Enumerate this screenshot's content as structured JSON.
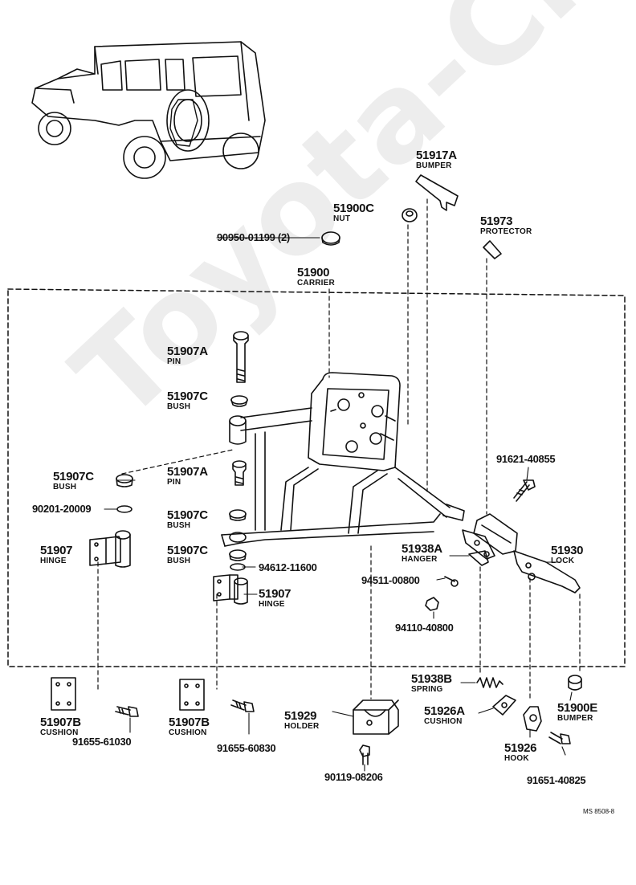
{
  "parts": {
    "p51917A": {
      "number": "51917A",
      "name": "BUMPER"
    },
    "p51900C": {
      "number": "51900C",
      "name": "NUT"
    },
    "p51973": {
      "number": "51973",
      "name": "PROTECTOR"
    },
    "p90950": {
      "number": "90950-01199 (2)"
    },
    "p51900": {
      "number": "51900",
      "name": "CARRIER"
    },
    "p51907A_top": {
      "number": "51907A",
      "name": "PIN"
    },
    "p51907C_top": {
      "number": "51907C",
      "name": "BUSH"
    },
    "p51907C_left": {
      "number": "51907C",
      "name": "BUSH"
    },
    "p51907A_mid": {
      "number": "51907A",
      "name": "PIN"
    },
    "p90201": {
      "number": "90201-20009"
    },
    "p51907C_mid": {
      "number": "51907C",
      "name": "BUSH"
    },
    "p51907_left": {
      "number": "51907",
      "name": "HINGE"
    },
    "p51907C_low": {
      "number": "51907C",
      "name": "BUSH"
    },
    "p94612": {
      "number": "94612-11600"
    },
    "p51907_right": {
      "number": "51907",
      "name": "HINGE"
    },
    "p91621": {
      "number": "91621-40855"
    },
    "p51938A": {
      "number": "51938A",
      "name": "HANGER"
    },
    "p51930": {
      "number": "51930",
      "name": "LOCK"
    },
    "p94511": {
      "number": "94511-00800"
    },
    "p94110": {
      "number": "94110-40800"
    },
    "p51938B": {
      "number": "51938B",
      "name": "SPRING"
    },
    "p51907B_left": {
      "number": "51907B",
      "name": "CUSHION"
    },
    "p91655_61030": {
      "number": "91655-61030"
    },
    "p51907B_right": {
      "number": "51907B",
      "name": "CUSHION"
    },
    "p91655_60830": {
      "number": "91655-60830"
    },
    "p51929": {
      "number": "51929",
      "name": "HOLDER"
    },
    "p90119": {
      "number": "90119-08206"
    },
    "p51926A": {
      "number": "51926A",
      "name": "CUSHION"
    },
    "p51926": {
      "number": "51926",
      "name": "HOOK"
    },
    "p51900E": {
      "number": "51900E",
      "name": "BUMPER"
    },
    "p91651": {
      "number": "91651-40825"
    }
  },
  "reference_code": "MS 8508-8",
  "watermark": "Toyota-Cruiser.ru"
}
